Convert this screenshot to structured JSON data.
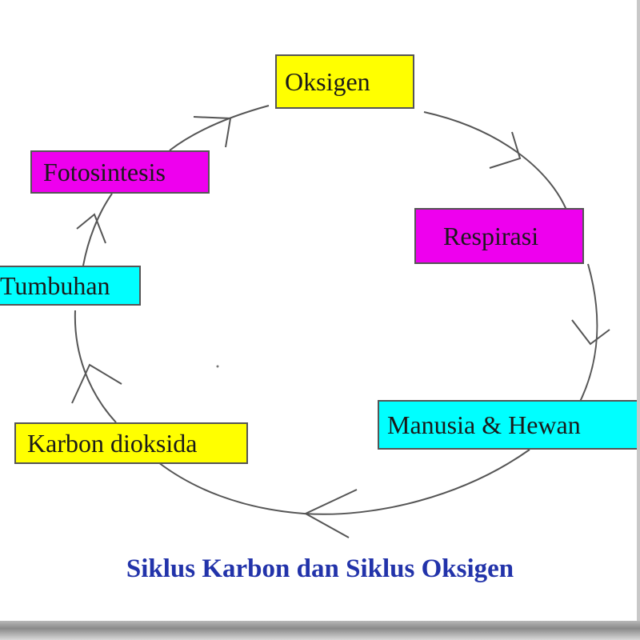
{
  "diagram": {
    "nodes": {
      "oksigen": {
        "label": "Oksigen",
        "color": "#ffff00"
      },
      "fotosintesis": {
        "label": "Fotosintesis",
        "color": "#ee00ee"
      },
      "respirasi": {
        "label": "Respirasi",
        "color": "#ee00ee"
      },
      "tumbuhan": {
        "label": "Tumbuhan",
        "color": "#00ffff"
      },
      "manusia_hewan": {
        "label": "Manusia & Hewan",
        "color": "#00ffff"
      },
      "karbon_dioksida": {
        "label": "Karbon dioksida",
        "color": "#ffff00"
      }
    },
    "caption": "Siklus Karbon dan Siklus Oksigen",
    "caption_color": "#2233aa",
    "connector_color": "#555555",
    "flow_direction": "clockwise"
  }
}
